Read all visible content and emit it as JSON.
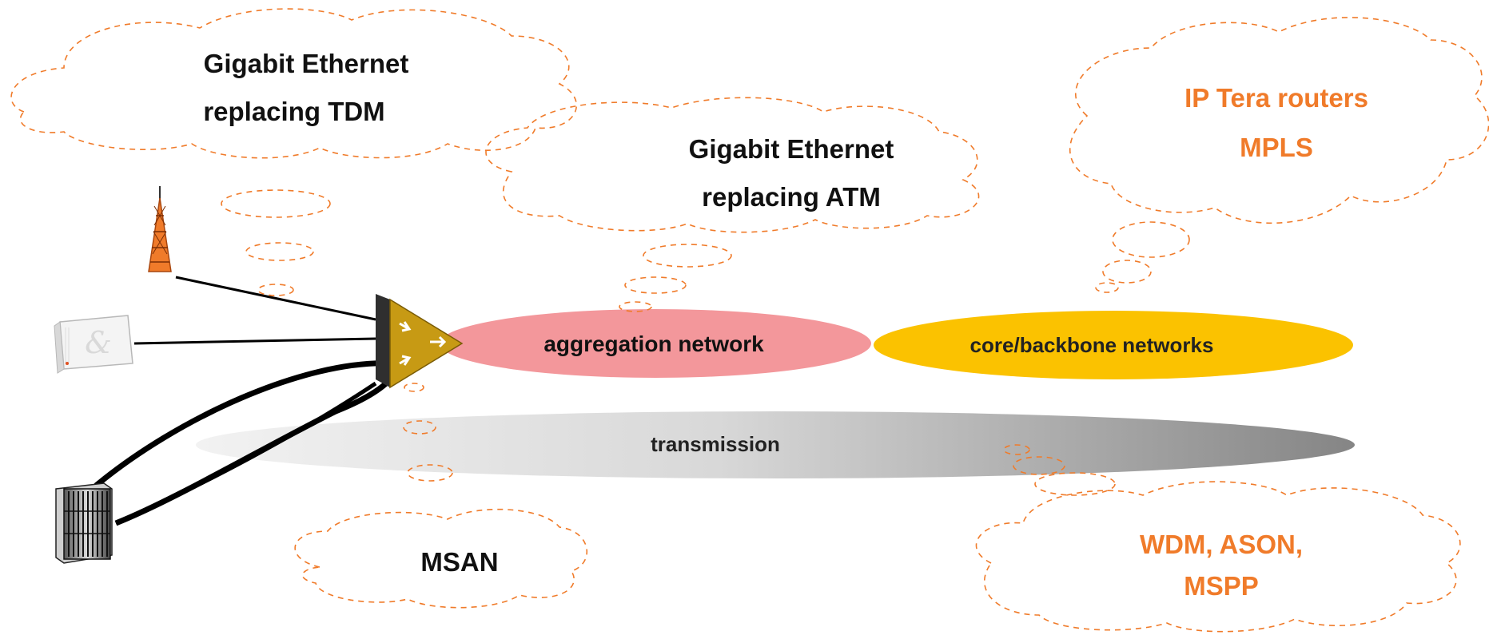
{
  "clouds": {
    "gigabit_tdm": {
      "line1": "Gigabit Ethernet",
      "line2": "replacing TDM"
    },
    "gigabit_atm": {
      "line1": "Gigabit Ethernet",
      "line2": "replacing ATM"
    },
    "ip_tera": {
      "line1": "IP Tera routers",
      "line2": "MPLS"
    },
    "msan": {
      "label": "MSAN"
    },
    "wdm": {
      "line1": "WDM, ASON,",
      "line2": "MSPP"
    }
  },
  "networks": {
    "aggregation": "aggregation network",
    "core": "core/backbone networks",
    "transmission": "transmission"
  },
  "colors": {
    "cloud_outline": "#f07b2a",
    "orange_text": "#f07b2a",
    "aggregation_fill": "#f3979b",
    "core_fill": "#fbc200",
    "transmission_light": "#eeeeee",
    "transmission_dark": "#8a8a8a",
    "router_fill": "#c79a14"
  },
  "icons": [
    "antenna-tower-icon",
    "home-gateway-icon",
    "msan-rack-icon",
    "aggregation-router-icon"
  ]
}
